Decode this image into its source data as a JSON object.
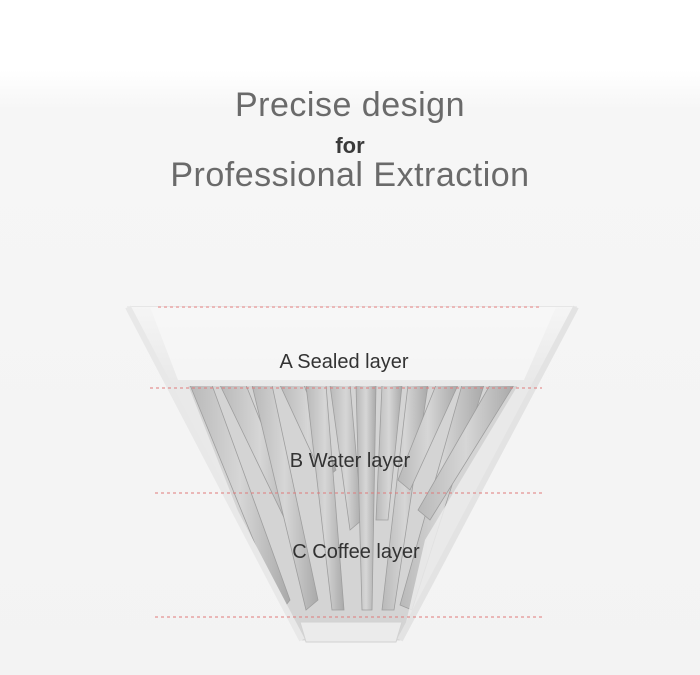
{
  "heading": {
    "line1": "Precise design",
    "line2": "for",
    "line3": "Professional Extraction"
  },
  "layers": [
    {
      "label": "A Sealed layer"
    },
    {
      "label": "B Water layer"
    },
    {
      "label": "C Coffee layer"
    }
  ],
  "colors": {
    "guide_line": "#e07a7a",
    "text_title": "#6a6a6a",
    "text_label": "#333333"
  }
}
